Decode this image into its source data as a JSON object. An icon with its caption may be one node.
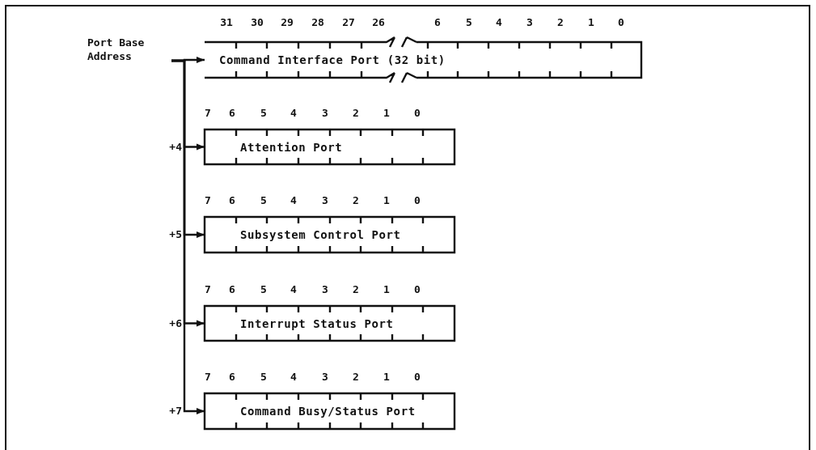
{
  "diagram": {
    "nodes": [
      {
        "text": [
          "Port Base Address"
        ]
      },
      {
        "text": [
          "Command Interface Port (32 bit)"
        ]
      },
      {
        "text": [
          "Attention Port"
        ]
      },
      {
        "text": [
          "Subsystem Control Port"
        ]
      },
      {
        "text": [
          "Interrupt Status Port"
        ]
      },
      {
        "text": [
          "Command Busy/Status Port"
        ]
      }
    ],
    "edges": [
      {
        "from": 0,
        "to": 1,
        "arrow": "to"
      },
      {
        "from": 0,
        "to": 2,
        "arrow": "to",
        "label": "+4"
      },
      {
        "from": 0,
        "to": 3,
        "arrow": "to",
        "label": "+5"
      },
      {
        "from": 0,
        "to": 4,
        "arrow": "to",
        "label": "+6"
      },
      {
        "from": 0,
        "to": 5,
        "arrow": "to",
        "label": "+7"
      }
    ],
    "labels": [
      "31",
      "30",
      "29",
      "28",
      "27",
      "26",
      "6",
      "5",
      "4",
      "3",
      "2",
      "1",
      "0",
      "7",
      "6",
      "5",
      "4",
      "3",
      "2",
      "1",
      "0",
      "7",
      "6",
      "5",
      "4",
      "3",
      "2",
      "1",
      "0",
      "7",
      "6",
      "5",
      "4",
      "3",
      "2",
      "1",
      "0",
      "7",
      "6",
      "5",
      "4",
      "3",
      "2",
      "1",
      "0"
    ]
  }
}
